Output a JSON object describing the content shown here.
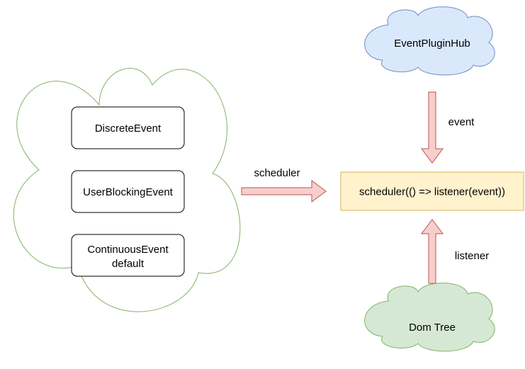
{
  "event_types": {
    "discrete": "DiscreteEvent",
    "user_blocking": "UserBlockingEvent",
    "continuous_line1": "ContinuousEvent",
    "continuous_line2": "default"
  },
  "scheduler_label": "scheduler",
  "scheduler_call": "scheduler(() => listener(event))",
  "event_plugin_hub": "EventPluginHub",
  "event_label": "event",
  "listener_label": "listener",
  "dom_tree": "Dom Tree",
  "colors": {
    "left_cloud_stroke": "#82b366",
    "blue_cloud_fill": "#dae8fc",
    "blue_cloud_stroke": "#6c8ebf",
    "green_cloud_fill": "#d5e8d4",
    "green_cloud_stroke": "#82b366",
    "arrow_fill": "#f8cecc",
    "arrow_stroke": "#b85450",
    "scheduler_box_fill": "#fff2cc",
    "scheduler_box_stroke": "#d6b656"
  }
}
